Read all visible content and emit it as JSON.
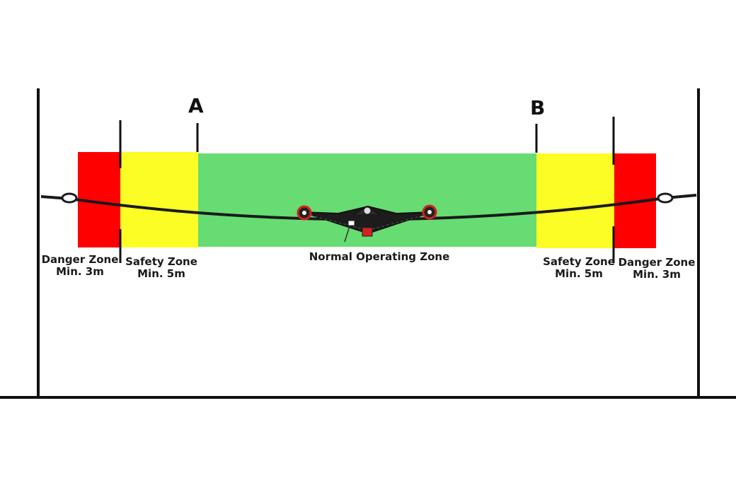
{
  "markers": {
    "a": "A",
    "b": "B"
  },
  "zones": {
    "danger_left": {
      "name": "Danger Zone",
      "min": "Min. 3m",
      "color": "#fe0000"
    },
    "safety_left": {
      "name": "Safety Zone",
      "min": "Min. 5m",
      "color": "#fbfd24"
    },
    "normal": {
      "name": "Normal Operating Zone",
      "color": "#67dc72"
    },
    "safety_right": {
      "name": "Safety Zone",
      "min": "Min. 5m",
      "color": "#fbfd24"
    },
    "danger_right": {
      "name": "Danger Zone",
      "min": "Min. 3m",
      "color": "#fe0000"
    }
  },
  "colors": {
    "line": "#111111",
    "robot": "#1c1c1c",
    "robot_accent": "#d42020"
  }
}
